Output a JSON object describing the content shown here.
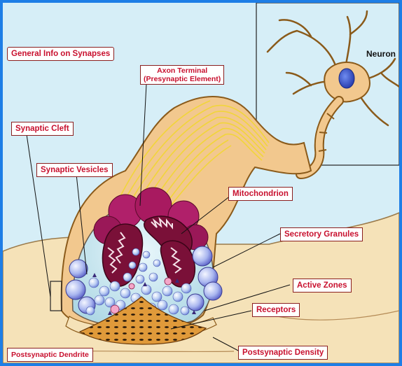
{
  "labels": {
    "general_info": "General Info on Synapses",
    "axon_terminal_line1": "Axon Terminal",
    "axon_terminal_line2": "(Presynaptic Element)",
    "synaptic_cleft": "Synaptic Cleft",
    "synaptic_vesicles": "Synaptic Vesicles",
    "mitochondrion": "Mitochondrion",
    "secretory_granules": "Secretory Granules",
    "active_zones": "Active Zones",
    "receptors": "Receptors",
    "postsynaptic_dendrite": "Postsynaptic Dendrite",
    "postsynaptic_density": "Postsynaptic Density",
    "neuron": "Neuron"
  },
  "colors": {
    "frame_border": "#1e7ee6",
    "background": "#d6eef7",
    "dendrite": "#f5e2b8",
    "terminal": "#f2c88e",
    "label_text": "#c8102e",
    "vesicle": "#b8cbf2",
    "mitochondrion": "#a0184e",
    "density": "#e09a3a"
  }
}
